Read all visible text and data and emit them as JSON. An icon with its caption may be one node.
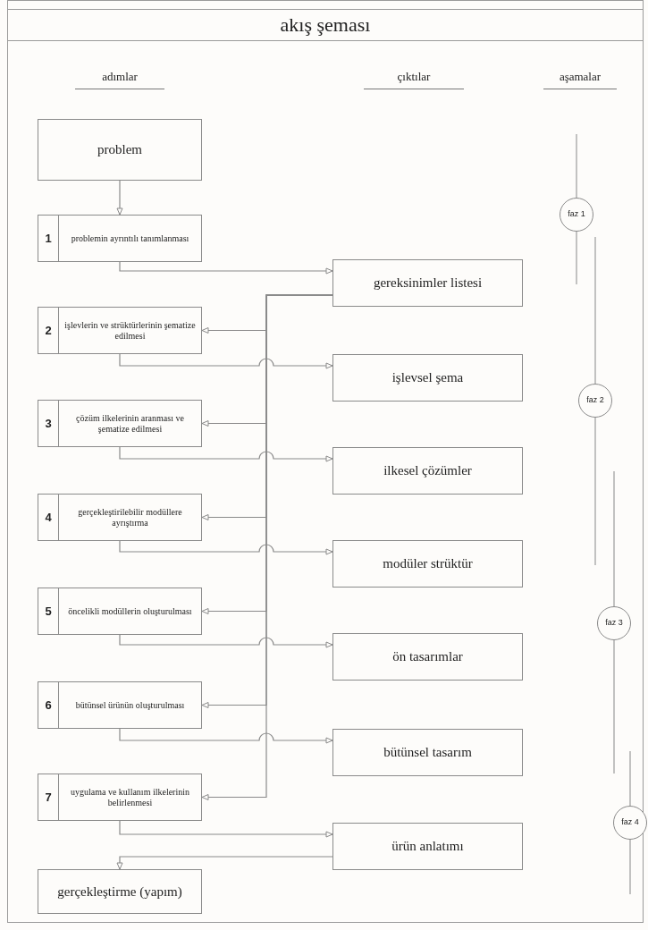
{
  "diagram": {
    "title": "akış şeması",
    "nodes": [
      {
        "text": [
          "problem"
        ]
      },
      {
        "text": [
          "1",
          "problemin ayrıntılı tanımlanması"
        ]
      },
      {
        "text": [
          "2",
          "işlevlerin ve strüktürlerinin şematize edilmesi"
        ]
      },
      {
        "text": [
          "3",
          "çözüm ilkelerinin aranması ve şematize edilmesi"
        ]
      },
      {
        "text": [
          "4",
          "gerçekleştirilebilir modüllere ayrıştırma"
        ]
      },
      {
        "text": [
          "5",
          "öncelikli modüllerin oluşturulması"
        ]
      },
      {
        "text": [
          "6",
          "bütünsel ürünün oluşturulması"
        ]
      },
      {
        "text": [
          "7",
          "uygulama ve kullanım ilkelerinin belirlenmesi"
        ]
      },
      {
        "text": [
          "gereksinimler listesi"
        ]
      },
      {
        "text": [
          "işlevsel şema"
        ]
      },
      {
        "text": [
          "ilkesel çözümler"
        ]
      },
      {
        "text": [
          "modüler strüktür"
        ]
      },
      {
        "text": [
          "ön tasarımlar"
        ]
      },
      {
        "text": [
          "bütünsel tasarım"
        ]
      },
      {
        "text": [
          "ürün anlatımı"
        ]
      },
      {
        "text": [
          "gerçekleştirme (yapım)"
        ]
      },
      {
        "text": [
          "faz 1"
        ]
      },
      {
        "text": [
          "faz 2"
        ]
      },
      {
        "text": [
          "faz 3"
        ]
      },
      {
        "text": [
          "faz 4"
        ]
      }
    ],
    "edges": [
      {
        "from": 0,
        "to": 1,
        "arrow": "to"
      },
      {
        "from": 1,
        "to": 8,
        "arrow": "to"
      },
      {
        "from": 2,
        "to": 9,
        "arrow": "to"
      },
      {
        "from": 3,
        "to": 10,
        "arrow": "to"
      },
      {
        "from": 4,
        "to": 11,
        "arrow": "to"
      },
      {
        "from": 5,
        "to": 12,
        "arrow": "to"
      },
      {
        "from": 6,
        "to": 13,
        "arrow": "to"
      },
      {
        "from": 7,
        "to": 14,
        "arrow": "to"
      },
      {
        "from": 8,
        "to": 2,
        "arrow": "to"
      },
      {
        "from": 8,
        "to": 3,
        "arrow": "to"
      },
      {
        "from": 8,
        "to": 4,
        "arrow": "to"
      },
      {
        "from": 8,
        "to": 5,
        "arrow": "to"
      },
      {
        "from": 8,
        "to": 6,
        "arrow": "to"
      },
      {
        "from": 8,
        "to": 7,
        "arrow": "to"
      },
      {
        "from": 14,
        "to": 15,
        "arrow": "to"
      }
    ],
    "labels": [
      "adımlar",
      "çıktılar",
      "aşamalar"
    ]
  }
}
